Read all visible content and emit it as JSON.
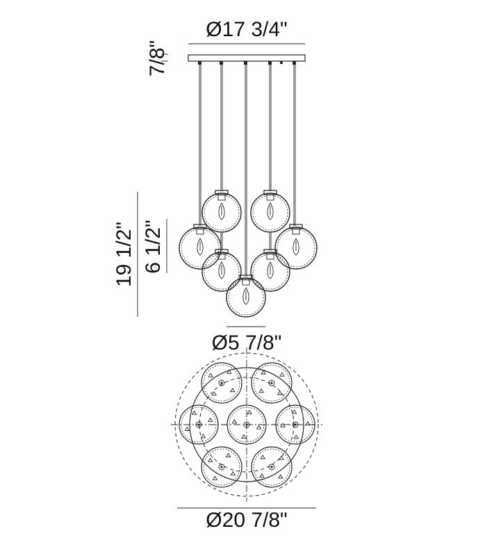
{
  "dimensions": {
    "canopy_diameter": "Ø17 3/4\"",
    "canopy_height": "7/8\"",
    "overall_height": "19 1/2\"",
    "globe_height": "6 1/2\"",
    "globe_diameter": "Ø5 7/8\"",
    "overall_diameter": "Ø20 7/8\""
  },
  "colors": {
    "line": "#222222",
    "background": "#ffffff"
  }
}
